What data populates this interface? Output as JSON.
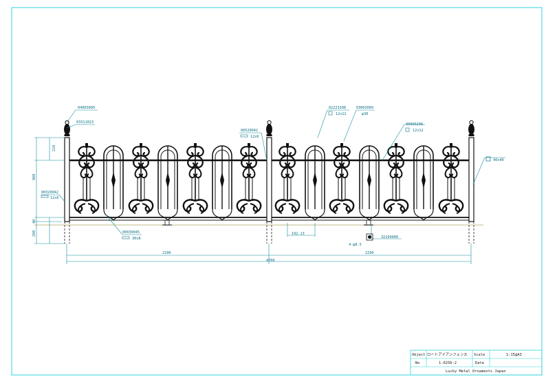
{
  "colors": {
    "frame": "#30d3dc",
    "ink": "#111111",
    "dimension": "#138d9a",
    "label": "#0a6f84",
    "ground": "#cfc7a0"
  },
  "drawing": {
    "part_labels": {
      "top_finial": "04003009",
      "finial_collar": "03311023",
      "post_bracket": "00320042",
      "post_bracket_size": "12x6",
      "bottom_bar": "00030045",
      "bottom_bar_size": "30x8",
      "rail_bracket": "00520042",
      "rail_bracket_size": "12x6",
      "arch_bar": "02223208",
      "arch_bar_size": "12x12",
      "picket_tip": "03003009",
      "picket_tip_size": "φ30",
      "flat_bar": "00000208",
      "flat_bar_size": "12x12",
      "post_size": "40x40",
      "anchor": "32104000",
      "anchor_note": "4-φ8.5",
      "spacing": "192.13"
    },
    "dimensions": {
      "left_span": "2290",
      "right_span": "2290",
      "total_span": "4700",
      "height_total": "908",
      "height_top": "210",
      "height_ground": "40",
      "height_embed": "200"
    }
  },
  "title_block": {
    "object_label": "Object",
    "object_value": "ロートアイアンフェンス",
    "scale_label": "Scale",
    "scale_value": "1:15@A3",
    "no_label": "No",
    "no_value": "1-0256-2",
    "date_label": "Date",
    "date_value": "",
    "company": "Lucky Metal Ornaments Japan"
  }
}
